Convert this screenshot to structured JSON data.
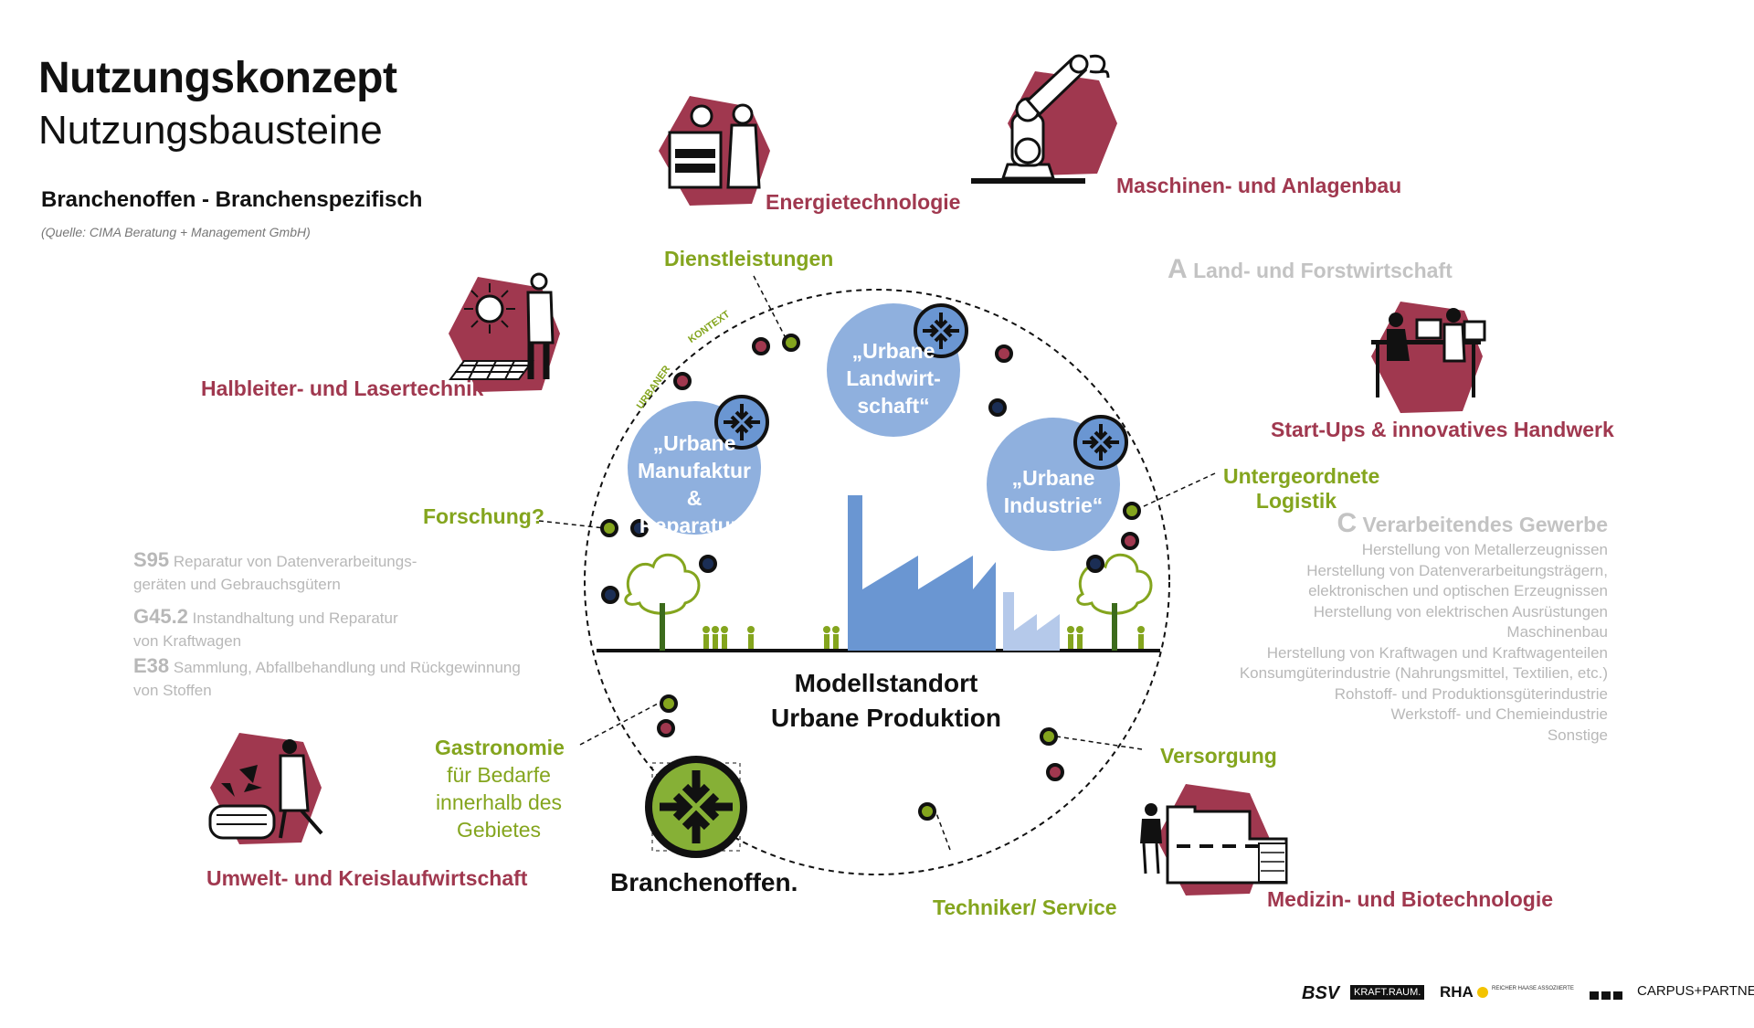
{
  "header": {
    "title": "Nutzungskonzept",
    "subtitle": "Nutzungsbausteine",
    "branch_line": "Branchenoffen - Branchenspezifisch",
    "source": "(Quelle: CIMA Beratung + Management GmbH)"
  },
  "sectors": {
    "energie": "Energietechnologie",
    "maschinen": "Maschinen- und Anlagenbau",
    "halbleiter": "Halbleiter- und Lasertechnik",
    "startups": "Start-Ups & innovatives Handwerk",
    "umwelt": "Umwelt- und Kreislaufwirtschaft",
    "medizin": "Medizin- und Biotechnologie"
  },
  "services": {
    "dienstleistungen": "Dienstleistungen",
    "forschung": "Forschung?",
    "logistik_1": "Untergeordnete",
    "logistik_2": "Logistik",
    "gastro_1": "Gastronomie",
    "gastro_2": "für Bedarfe",
    "gastro_3": "innerhalb des",
    "gastro_4": "Gebietes",
    "versorgung": "Versorgung",
    "techniker": "Techniker/ Service"
  },
  "categories": {
    "a_letter": "A",
    "a_label": "Land- und Forstwirtschaft",
    "c_letter": "C",
    "c_label": "Verarbeitendes Gewerbe",
    "c_items": [
      "Herstellung von Metallerzeugnissen",
      "Herstellung von Datenverarbeitungsträgern,",
      "elektronischen und optischen Erzeugnissen",
      "Herstellung von elektrischen Ausrüstungen",
      "Maschinenbau",
      "Herstellung von Kraftwagen und Kraftwagenteilen",
      "Konsumgüterindustrie (Nahrungsmittel, Textilien, etc.)",
      "Rohstoff- und Produktionsgüterindustrie",
      "Werkstoff- und Chemieindustrie",
      "Sonstige"
    ]
  },
  "codes": {
    "s95_code": "S95",
    "s95_text_1": "Reparatur von Datenverarbeitungs-",
    "s95_text_2": "geräten und Gebrauchsgütern",
    "g45_code": "G45.2",
    "g45_text_1": "Instandhaltung und Reparatur",
    "g45_text_2": "von Kraftwagen",
    "e38_code": "E38",
    "e38_text_1": "Sammlung, Abfallbehandlung und Rückgewinnung",
    "e38_text_2": "von Stoffen"
  },
  "zone": {
    "urbaner": "URBANER",
    "kontext": "KONTEXT"
  },
  "bubbles": {
    "landwirtschaft": [
      "„Urbane",
      "Landwirt-",
      "schaft“"
    ],
    "manufaktur": [
      "„Urbane",
      "Manufaktur &",
      "Reparatur“"
    ],
    "industrie": [
      "„Urbane",
      "Industrie“"
    ]
  },
  "center": {
    "line1": "Modellstandort",
    "line2": "Urbane Produktion",
    "branchenoffen": "Branchenoffen."
  },
  "footer": {
    "logo_bsv": "BSV",
    "logo_kraftraum": "KRAFT.RAUM.",
    "logo_rha": "RHA",
    "logo_rha_sub": "REICHER HAASE ASSOZIIERTE",
    "logo_carpus": "CARPUS+PARTNER"
  },
  "colors": {
    "hex": "#a0384f",
    "green": "#84a51e",
    "bubble": "#8fb0de",
    "factory": "#6a96d2",
    "factory_light": "#b5c9ea",
    "dot_dark": "#1b2e55"
  }
}
